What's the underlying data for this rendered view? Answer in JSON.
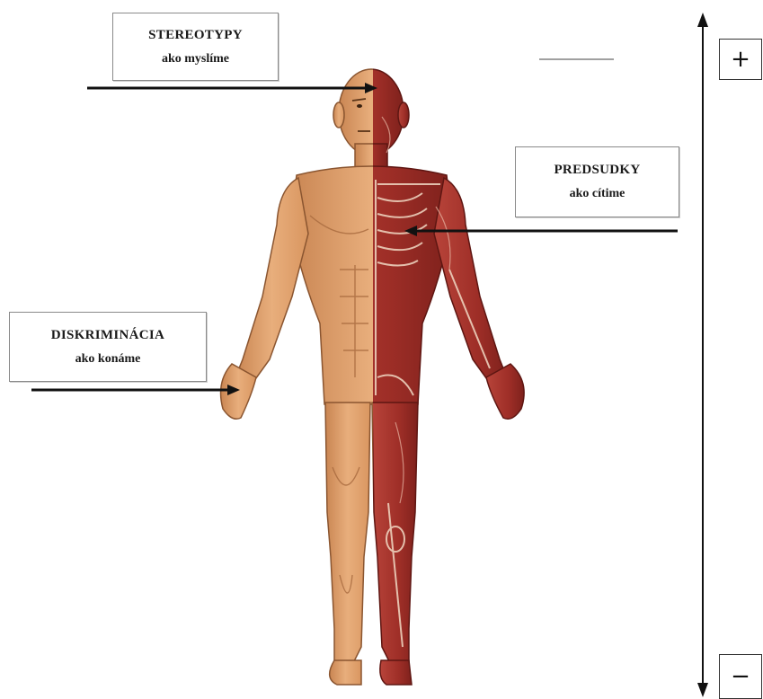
{
  "labels": {
    "stereotypy": {
      "title": "STEREOTYPY",
      "subtitle": "ako myslíme"
    },
    "predsudky": {
      "title": "PREDSUDKY",
      "subtitle": "ako cítime"
    },
    "diskriminacia": {
      "title": "DISKRIMINÁCIA",
      "subtitle": "ako konáme"
    }
  },
  "scale": {
    "top_sign": "+",
    "bottom_sign": "−"
  },
  "colors": {
    "skin": "#e0a06e",
    "muscle": "#a3322a",
    "arrow": "#111111"
  }
}
